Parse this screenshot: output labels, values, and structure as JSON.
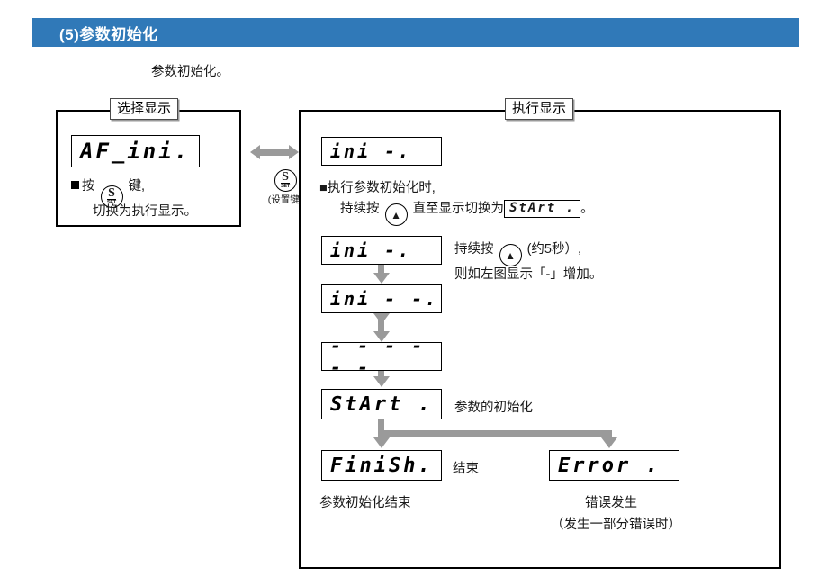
{
  "section": {
    "header_title": "(5)参数初始化",
    "header_color": "#3079b8",
    "intro_text": "参数初始化。"
  },
  "left_panel": {
    "caption": "选择显示",
    "lcd_value": "AF_ini.",
    "note_line1_prefix": "按",
    "note_line1_suffix": "键,",
    "note_line2": "切换为执行显示。",
    "key_glyph": "S",
    "key_sub": "SET"
  },
  "middle": {
    "key_glyph": "S",
    "key_sub": "SET",
    "key_label": "(设置键)"
  },
  "right_panel": {
    "caption": "执行显示",
    "step1": {
      "lcd_value": "ini    -."
    },
    "note": {
      "line1": "■执行参数初始化时,",
      "line2_part1": "持续按",
      "line2_part2": "直至显示切换为",
      "inline_lcd": "StArt  .",
      "line2_part3": "。",
      "key_glyph": "▲"
    },
    "step2": {
      "lcd_value": "ini    -.",
      "side_line1_part1": "持续按",
      "side_line1_part2": "(约5秒）,",
      "side_line2": "则如左图显示「-」增加。",
      "key_glyph": "▲"
    },
    "step3": {
      "lcd_value": "ini   - -."
    },
    "step4": {
      "lcd_value": "- - - - - -."
    },
    "step5": {
      "lcd_value": "StArt  .",
      "label": "参数的初始化"
    },
    "result_ok": {
      "lcd_value": "FiniSh.",
      "label": "结束",
      "caption": "参数初始化结束"
    },
    "result_error": {
      "lcd_value": "Error  .",
      "caption_line1": "错误发生",
      "caption_line2": "（发生一部分错误时）"
    }
  }
}
